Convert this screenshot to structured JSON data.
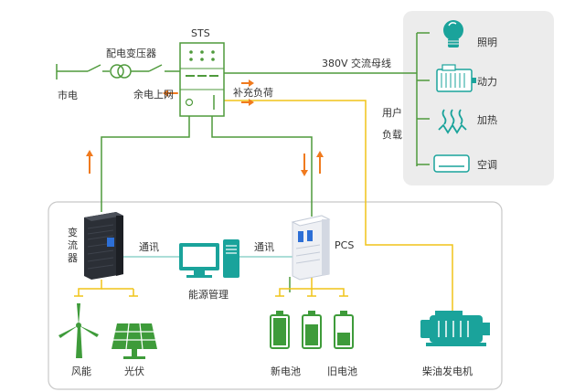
{
  "labels": {
    "grid": "市电",
    "transformer": "配电变压器",
    "sts": "STS",
    "surplus_to_grid": "余电上网",
    "supplement_load": "补充负荷",
    "ac_bus": "380V 交流母线",
    "user_load_lines": [
      "用户",
      "负载"
    ],
    "lighting": "照明",
    "power": "动力",
    "heating": "加热",
    "air_conditioning": "空调",
    "converter_lines": [
      "变",
      "流",
      "器"
    ],
    "comm_left": "通讯",
    "comm_right": "通讯",
    "ems": "能源管理",
    "pcs": "PCS",
    "wind": "风能",
    "solar": "光伏",
    "new_battery": "新电池",
    "old_battery": "旧电池",
    "diesel": "柴油发电机"
  },
  "colors": {
    "power_line": "#4f9a3c",
    "control_line": "#f0c419",
    "comm_line": "#8fd3cc",
    "arrow": "#f07a1e",
    "icon_green": "#3e9b3a",
    "icon_teal": "#1aa39b",
    "panel_bg": "#ececec",
    "frame": "#c8c8c8"
  }
}
